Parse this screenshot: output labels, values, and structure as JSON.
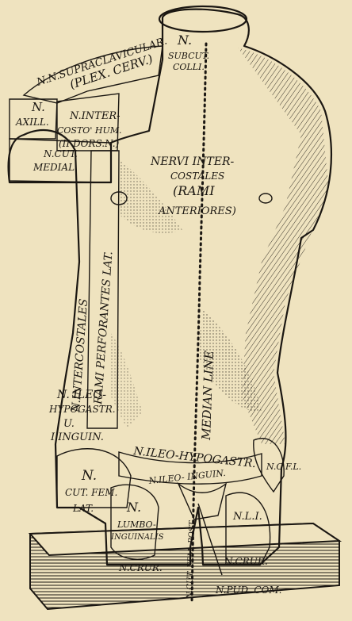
{
  "labels": {
    "supraclavicular_1": "N.N.SUPRACLAVICULAR.",
    "supraclavicular_2": "(PLEX. CERV.)",
    "subcut_colli_1": "N.",
    "subcut_colli_2": "SUBCUT.",
    "subcut_colli_3": "COLLI.",
    "axill_1": "N.",
    "axill_2": "AXILL.",
    "intercosto_1": "N.INTER-",
    "intercosto_2": "COSTO' HUM.",
    "intercosto_3": "(II DORS.N.)",
    "cut_medial_1": "N.CUT.",
    "cut_medial_2": "MEDIAL.",
    "nervi_1": "NERVI INTER-",
    "nervi_2": "COSTALES",
    "nervi_3": "(RAMI",
    "nervi_4": "ANTERIORES)",
    "perforantes_1": "N.INTERCOSTALES",
    "perforantes_2": "RAMI PERFORANTES LAT.",
    "ileo_hypo_1": "N. ILEO-",
    "ileo_hypo_2": "HYPOGASTR.",
    "ileo_hypo_3": "U.",
    "ileo_hypo_4": "I.INGUIN.",
    "median_line": "MEDIAN LINE",
    "ileo_hypogastr": "N.ILEO-HYPOGASTR.",
    "cut_fem_lat_1": "N.",
    "cut_fem_lat_2": "CUT. FEM.",
    "cut_fem_lat_3": "LAT.",
    "ncfl": "N.C.F.L.",
    "ileo_inguin": "N.ILEO- INGUIN.",
    "lumbo_1": "N.",
    "lumbo_2": "LUMBO-",
    "lumbo_3": "INGUINALIS",
    "nli": "N.L.I.",
    "cut_fem_post": "N.CUT. FEM. POST.",
    "ncrur_left": "N.CRUR.",
    "ncrur_right": "N.CRUR.",
    "pud_com": "N.PUD. COM."
  },
  "colors": {
    "paper": "#efe3bf",
    "ink": "#1b1712"
  }
}
